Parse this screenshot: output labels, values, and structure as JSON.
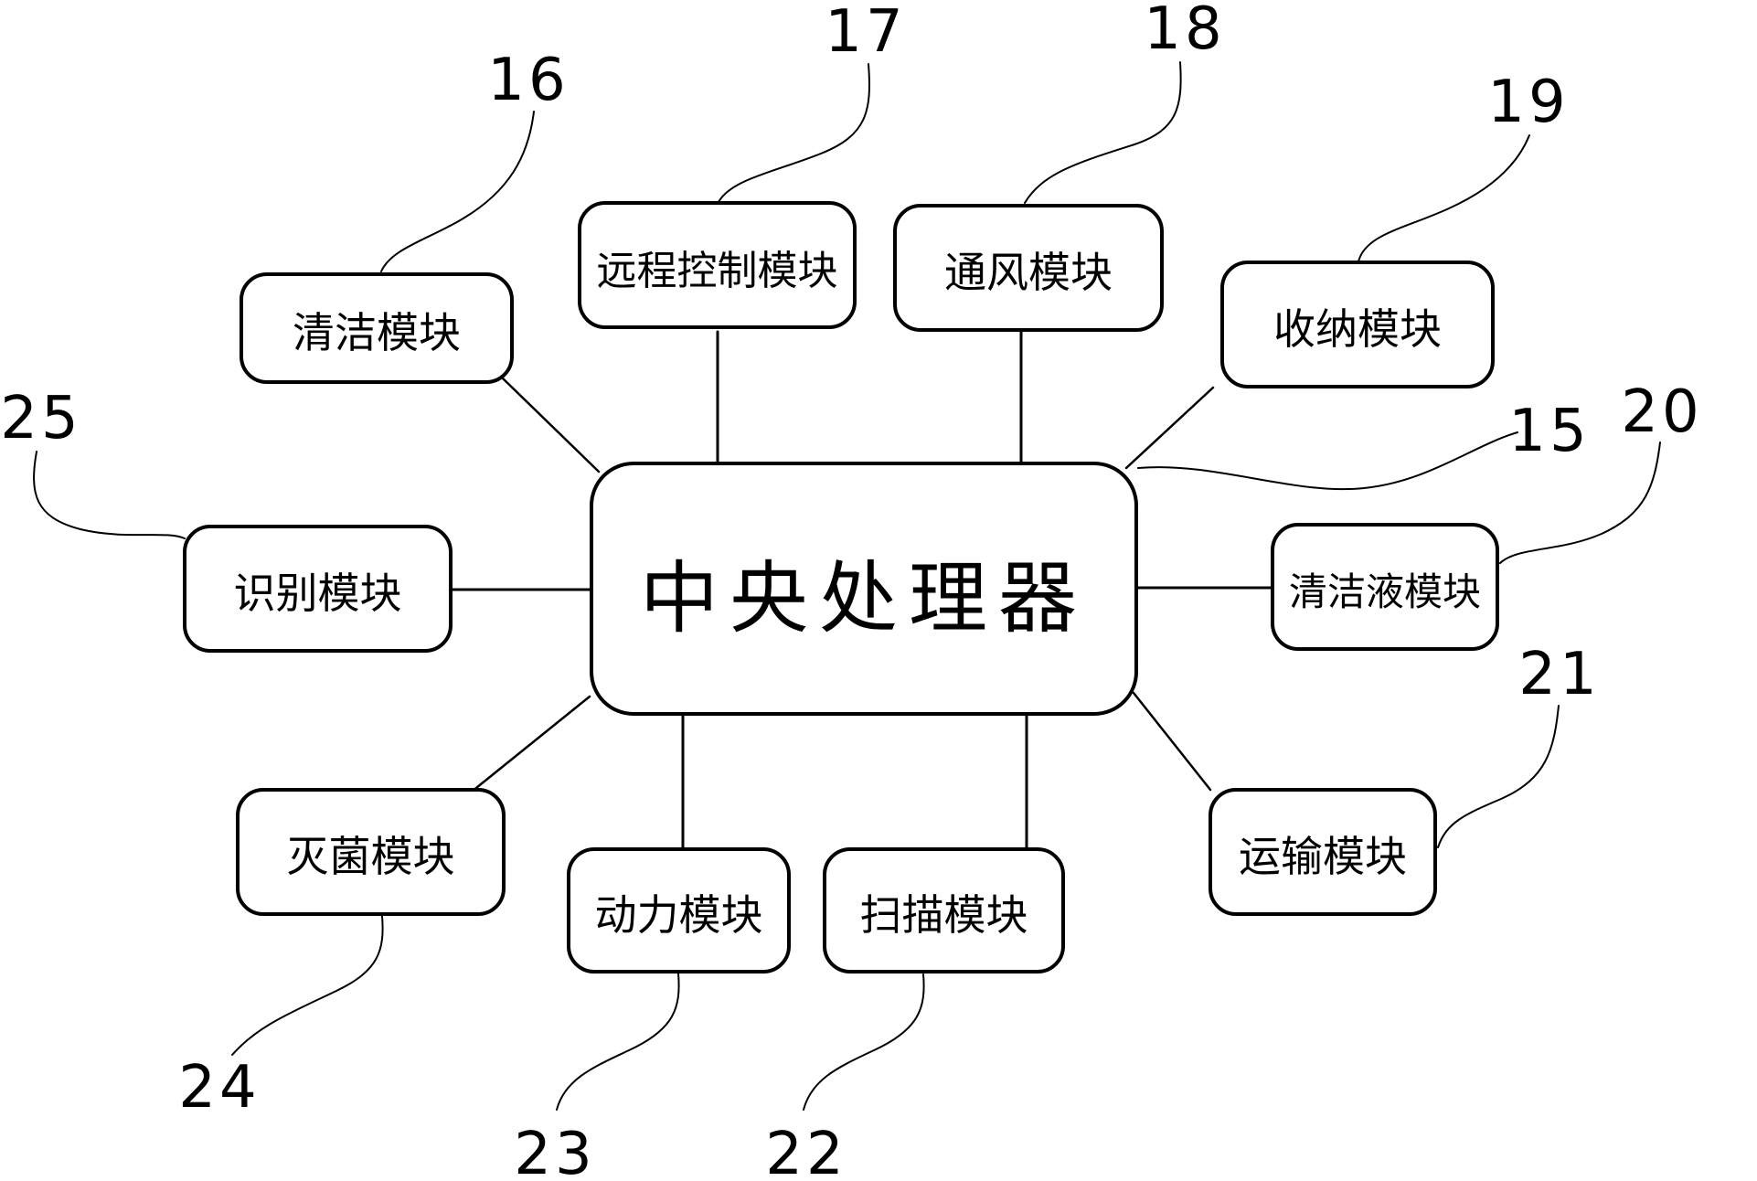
{
  "figure": {
    "type": "patent-block-diagram",
    "colors": {
      "line": "#000000",
      "background": "#ffffff",
      "text": "#000000"
    },
    "nodes": {
      "central": {
        "label": "中央处理器",
        "ref": "15"
      },
      "cleaning": {
        "label": "清洁模块",
        "ref": "16"
      },
      "remote": {
        "label": "远程控制模块",
        "ref": "17"
      },
      "vent": {
        "label": "通风模块",
        "ref": "18"
      },
      "storage": {
        "label": "收纳模块",
        "ref": "19"
      },
      "fluid": {
        "label": "清洁液模块",
        "ref": "20"
      },
      "transport": {
        "label": "运输模块",
        "ref": "21"
      },
      "scan": {
        "label": "扫描模块",
        "ref": "22"
      },
      "power": {
        "label": "动力模块",
        "ref": "23"
      },
      "sterilize": {
        "label": "灭菌模块",
        "ref": "24"
      },
      "recognition": {
        "label": "识别模块",
        "ref": "25"
      }
    },
    "connections": [
      [
        "central",
        "cleaning"
      ],
      [
        "central",
        "remote"
      ],
      [
        "central",
        "vent"
      ],
      [
        "central",
        "storage"
      ],
      [
        "central",
        "fluid"
      ],
      [
        "central",
        "transport"
      ],
      [
        "central",
        "scan"
      ],
      [
        "central",
        "power"
      ],
      [
        "central",
        "sterilize"
      ],
      [
        "central",
        "recognition"
      ]
    ]
  }
}
